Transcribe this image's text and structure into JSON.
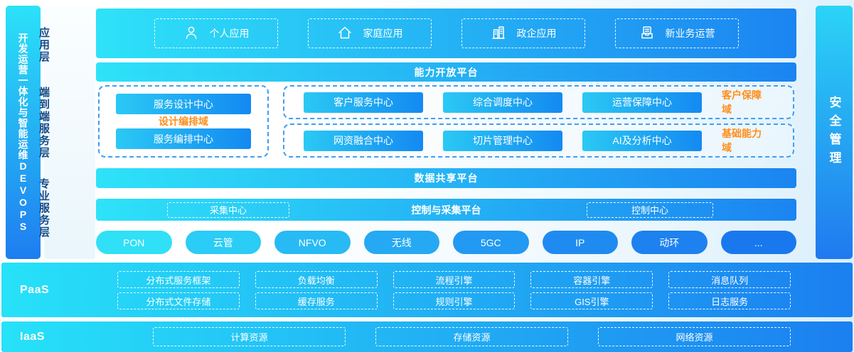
{
  "left_bar": {
    "label": "开发运营一体化与智能运维DEVOPS"
  },
  "right_bar": {
    "label": "安全管理"
  },
  "layers": [
    {
      "label": "应用层"
    },
    {
      "label": "端到端服务层"
    },
    {
      "label": "专业服务层"
    }
  ],
  "app_bar": {
    "items": [
      {
        "icon": "person-icon",
        "label": "个人应用"
      },
      {
        "icon": "home-icon",
        "label": "家庭应用"
      },
      {
        "icon": "buildings-icon",
        "label": "政企应用"
      },
      {
        "icon": "report-icon",
        "label": "新业务运营"
      }
    ]
  },
  "capability_platform": {
    "label": "能力开放平台"
  },
  "domains": {
    "design": {
      "label": "设计编排域",
      "boxes": [
        "服务设计中心",
        "服务编排中心"
      ]
    },
    "customer": {
      "label": "客户保障域",
      "boxes": [
        "客户服务中心",
        "综合调度中心",
        "运营保障中心"
      ]
    },
    "basic": {
      "label": "基础能力域",
      "boxes": [
        "网资融合中心",
        "切片管理中心",
        "AI及分析中心"
      ]
    }
  },
  "data_platform": {
    "label": "数据共享平台"
  },
  "control_platform": {
    "label": "控制与采集平台",
    "left_box": "采集中心",
    "right_box": "控制中心"
  },
  "pills": [
    "PON",
    "云管",
    "NFVO",
    "无线",
    "5GC",
    "IP",
    "动环",
    "..."
  ],
  "paas": {
    "label": "PaaS",
    "rows": [
      [
        "分布式服务框架",
        "负载均衡",
        "流程引擎",
        "容器引擎",
        "消息队列"
      ],
      [
        "分布式文件存储",
        "缓存服务",
        "规则引擎",
        "GIS引擎",
        "日志服务"
      ]
    ]
  },
  "iaas": {
    "label": "IaaS",
    "boxes": [
      "计算资源",
      "存储资源",
      "网络资源"
    ]
  },
  "colors": {
    "cyan": "#2BE2F8",
    "blue": "#1B7FF0",
    "orange": "#FF8E1A",
    "navy": "#164A85"
  }
}
